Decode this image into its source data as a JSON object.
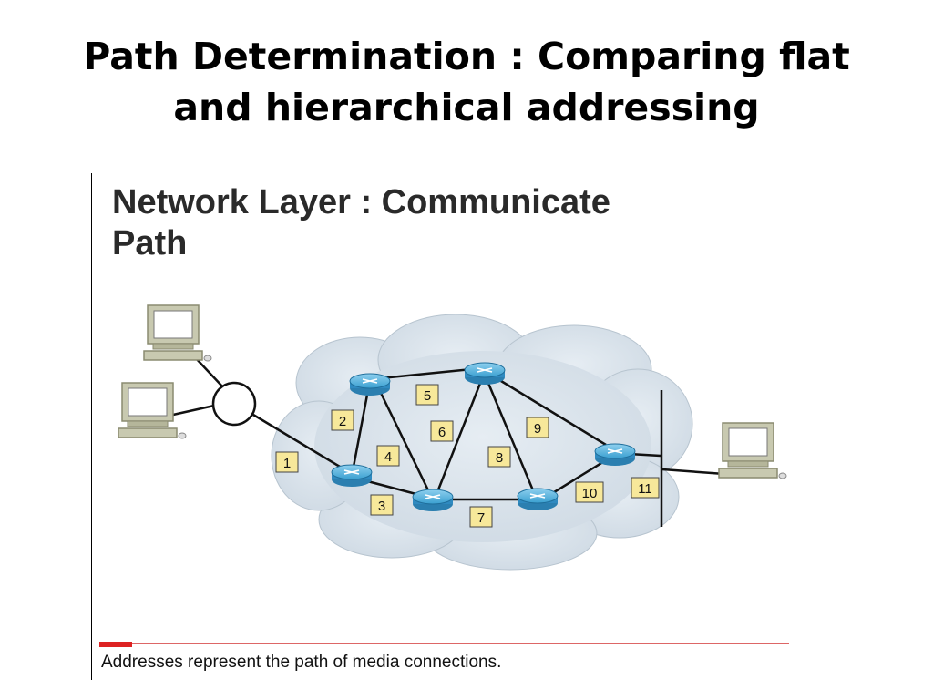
{
  "slide": {
    "title_line1": "Path Determination : Comparing flat",
    "title_line2": "and hierarchical addressing"
  },
  "diagram": {
    "heading_line1": "Network Layer : Communicate",
    "heading_line2": "Path",
    "path_labels": [
      "1",
      "2",
      "3",
      "4",
      "5",
      "6",
      "7",
      "8",
      "9",
      "10",
      "11"
    ],
    "caption": "Addresses represent the path of media connections."
  },
  "colors": {
    "cloud": "#d8e2ea",
    "router": "#3a9fd0",
    "label_box": "#f7e89a",
    "accent_red": "#dd2222"
  }
}
